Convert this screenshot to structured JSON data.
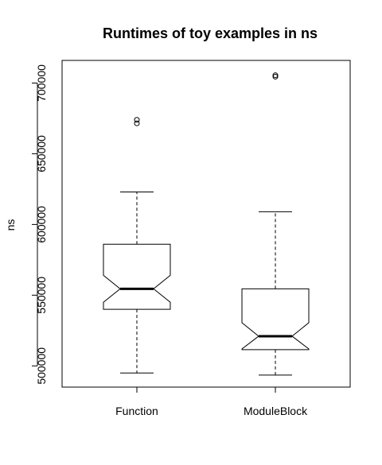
{
  "chart_data": {
    "type": "boxplot",
    "title": "Runtimes of toy examples in ns",
    "ylabel": "ns",
    "xlabel": "",
    "categories": [
      "Function",
      "ModuleBlock"
    ],
    "y_ticks": [
      500000,
      550000,
      600000,
      650000,
      700000
    ],
    "y_tick_labels": [
      "500000",
      "550000",
      "600000",
      "650000",
      "700000"
    ],
    "ylim": [
      485000,
      716000
    ],
    "notched": true,
    "boxes": [
      {
        "name": "Function",
        "whisker_low": 495000,
        "q1": 540000,
        "median": 554500,
        "q3": 586000,
        "whisker_high": 623000,
        "notch_low": 545000,
        "notch_high": 564000,
        "outliers": [
          671500,
          674000
        ]
      },
      {
        "name": "ModuleBlock",
        "whisker_low": 493500,
        "q1": 511500,
        "median": 521000,
        "q3": 554500,
        "whisker_high": 609000,
        "notch_low": 512000,
        "notch_high": 530500,
        "outliers": [
          704500,
          705500
        ]
      }
    ],
    "grid": false,
    "legend": "none"
  }
}
